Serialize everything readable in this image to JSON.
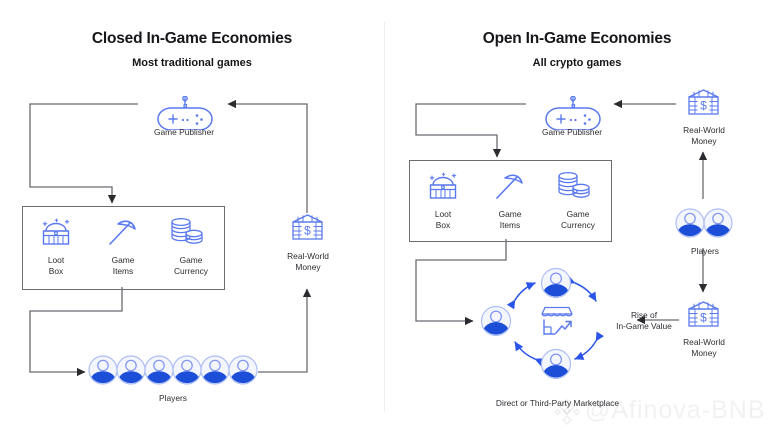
{
  "panels": [
    {
      "id": "closed",
      "title": "Closed In-Game Economies",
      "subtitle": "Most traditional games",
      "nodes": {
        "publisher": {
          "label": "Game Publisher",
          "icon": "gamepad-icon"
        },
        "assets_box": {
          "items": [
            {
              "label": "Loot\nBox",
              "icon": "loot-box-icon"
            },
            {
              "label": "Game\nItems",
              "icon": "pickaxe-icon"
            },
            {
              "label": "Game\nCurrency",
              "icon": "coins-icon"
            }
          ]
        },
        "real_world_money": {
          "label": "Real-World\nMoney",
          "icon": "money-bank-icon"
        },
        "players": {
          "label": "Players",
          "icon": "avatar-icon",
          "count": 6
        }
      }
    },
    {
      "id": "open",
      "title": "Open In-Game Economies",
      "subtitle": "All crypto games",
      "nodes": {
        "publisher": {
          "label": "Game Publisher",
          "icon": "gamepad-icon"
        },
        "assets_box": {
          "items": [
            {
              "label": "Loot\nBox",
              "icon": "loot-box-icon"
            },
            {
              "label": "Game\nItems",
              "icon": "pickaxe-icon"
            },
            {
              "label": "Game\nCurrency",
              "icon": "coins-icon"
            }
          ]
        },
        "real_world_money_top": {
          "label": "Real-World\nMoney",
          "icon": "money-bank-icon"
        },
        "real_world_money_bottom": {
          "label": "Real-World\nMoney",
          "icon": "money-bank-icon"
        },
        "players": {
          "label": "Players",
          "icon": "avatar-icon",
          "count": 2
        },
        "marketplace": {
          "label": "Direct or Third-Party Marketplace",
          "icon": "marketplace-chart-icon",
          "avatars": 3
        },
        "value_rise": {
          "label": "Rise of\nIn-Game Value"
        }
      }
    }
  ],
  "watermark": {
    "text": "@Afinova-BNB",
    "logo": "bnb-diamond-icon"
  },
  "colors": {
    "accent_blue": "#2b55e8",
    "icon_blue": "#5a79ef",
    "avatar_fill": "#1d4ed8",
    "avatar_ring": "#aebdf6",
    "line_gray": "#6b6b70",
    "text_dark": "#16161a",
    "background": "#ffffff"
  }
}
